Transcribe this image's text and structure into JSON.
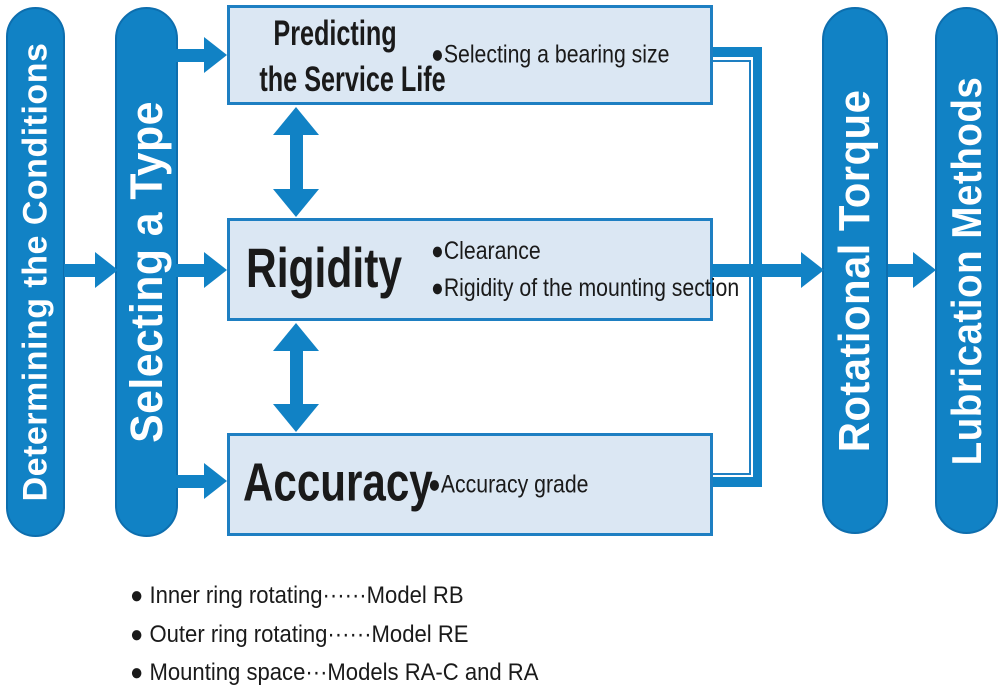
{
  "palette": {
    "blue": "#1182c5",
    "blue_dark": "#0d6eae",
    "box_fill": "#dbe7f3",
    "box_border": "#1e7fc2",
    "ink": "#1a1a1a"
  },
  "pills": [
    {
      "id": "determining-conditions",
      "label": "Determining the Conditions"
    },
    {
      "id": "selecting-type",
      "label": "Selecting a Type"
    },
    {
      "id": "rotational-torque",
      "label": "Rotational Torque"
    },
    {
      "id": "lubrication-methods",
      "label": "Lubrication Methods"
    }
  ],
  "boxes": [
    {
      "id": "predicting-service-life",
      "title_lines": [
        "Predicting",
        "the Service Life"
      ],
      "bullets": [
        "●Selecting a bearing size"
      ]
    },
    {
      "id": "rigidity",
      "title_lines": [
        "Rigidity"
      ],
      "bullets": [
        "●Clearance",
        "●Rigidity of the mounting section"
      ]
    },
    {
      "id": "accuracy",
      "title_lines": [
        "Accuracy"
      ],
      "bullets": [
        "●Accuracy grade"
      ]
    }
  ],
  "legend": {
    "items": [
      "● Inner ring rotating······Model RB",
      "● Outer ring rotating······Model RE",
      "● Mounting space···Models RA-C and RA"
    ]
  }
}
